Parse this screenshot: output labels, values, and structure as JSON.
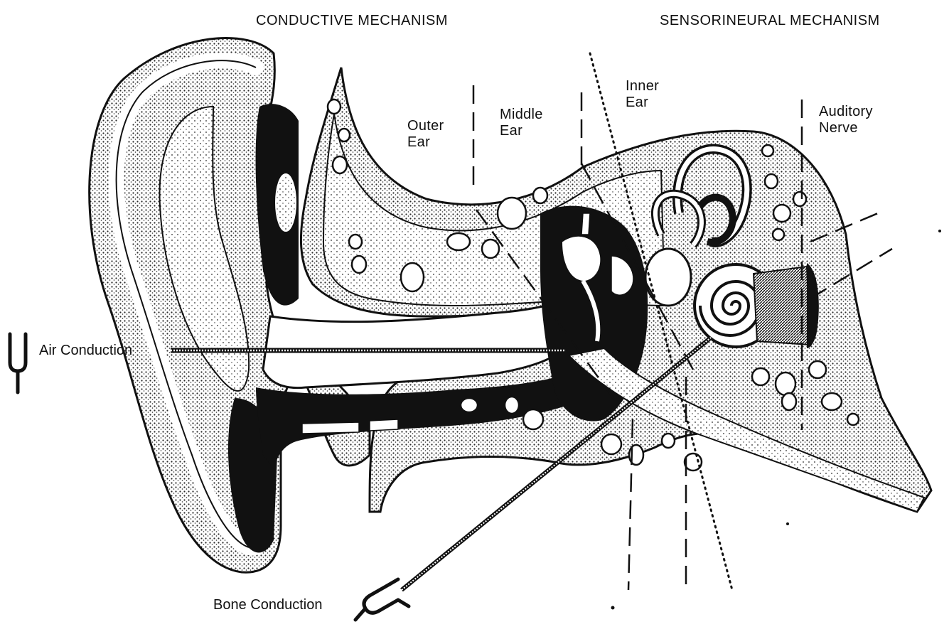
{
  "headings": {
    "conductive": "CONDUCTIVE MECHANISM",
    "sensorineural": "SENSORINEURAL MECHANISM"
  },
  "regions": {
    "outer_ear": "Outer\nEar",
    "middle_ear": "Middle\nEar",
    "inner_ear": "Inner\nEar",
    "auditory_nerve": "Auditory\nNerve"
  },
  "conduction": {
    "air": "Air Conduction",
    "bone": "Bone Conduction"
  },
  "icons": [
    "tuning-fork-icon",
    "tuning-fork-icon"
  ],
  "colors": {
    "ink": "#111111",
    "paper": "#ffffff",
    "stipple": "#2a2a2a"
  }
}
